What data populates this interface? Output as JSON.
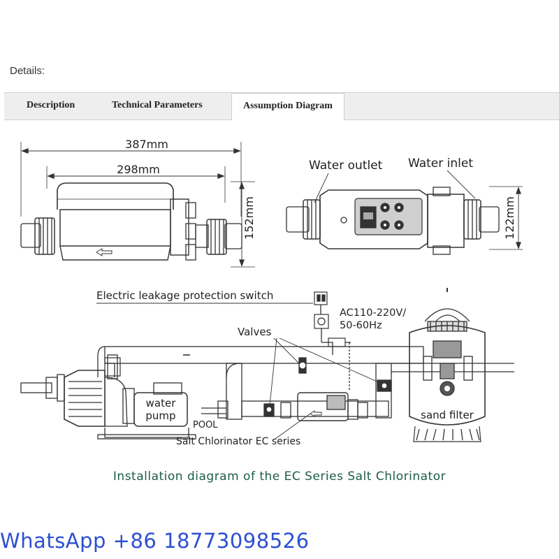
{
  "header": {
    "details_label": "Details:"
  },
  "tabs": [
    {
      "label": "Description",
      "active": false
    },
    {
      "label": "Technical Parameters",
      "active": false
    },
    {
      "label": "Assumption Diagram",
      "active": true
    }
  ],
  "dimensions": {
    "overall_length": "387mm",
    "body_length": "298mm",
    "height_left": "152mm",
    "height_right": "122mm"
  },
  "labels": {
    "water_outlet": "Water outlet",
    "water_inlet": "Water inlet",
    "leakage_switch": "Electric leakage protection switch",
    "power_line1": "AC110-220V/",
    "power_line2": "50-60Hz",
    "valves": "Valves",
    "water_pump_line1": "water",
    "water_pump_line2": "pump",
    "pool": "POOL",
    "chlorinator": "Salt Chlorinator EC series",
    "sand_filter": "sand filter"
  },
  "caption": "Installation diagram of the EC Series Salt Chlorinator",
  "contact": "WhatsApp +86 18773098526",
  "colors": {
    "caption": "#1d5b4a",
    "contact": "#2d4fd0",
    "line": "#333333"
  }
}
